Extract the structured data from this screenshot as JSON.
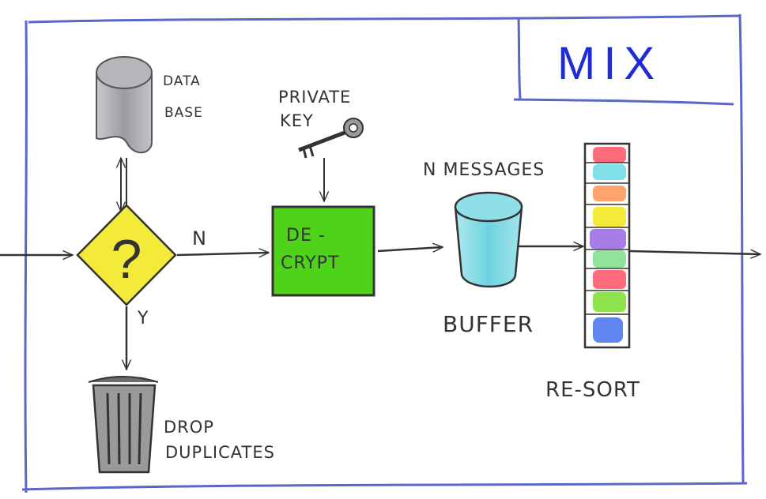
{
  "title": "MIX",
  "labels": {
    "database": [
      "DATA",
      "BASE"
    ],
    "private_key": [
      "PRIVATE",
      "KEY"
    ],
    "decision_symbol": "?",
    "branch_no": "N",
    "branch_yes": "Y",
    "decrypt": [
      "DE -",
      "CRYPT"
    ],
    "n_messages": "N MESSAGES",
    "buffer": "BUFFER",
    "resort": "RE-SORT",
    "drop": [
      "DROP",
      "DUPLICATES"
    ]
  },
  "colors": {
    "frame": "#5a67c9",
    "title": "#1f2bd6",
    "database": "#a9aab0",
    "decision": "#f3ea3a",
    "decrypt": "#4fd21a",
    "buffer": "#7fdbe4",
    "trash": "#8c8c8c",
    "stack_cells": [
      "#ff6b7b",
      "#7fe0ea",
      "#ffa36e",
      "#f3ea3a",
      "#a67ee6",
      "#8fe39b",
      "#ff6b7b",
      "#8fe34d",
      "#5f86f0"
    ]
  },
  "icons": [
    "database-icon",
    "key-icon",
    "decision-diamond-icon",
    "buffer-cylinder-icon",
    "trash-can-icon",
    "message-stack-icon"
  ]
}
